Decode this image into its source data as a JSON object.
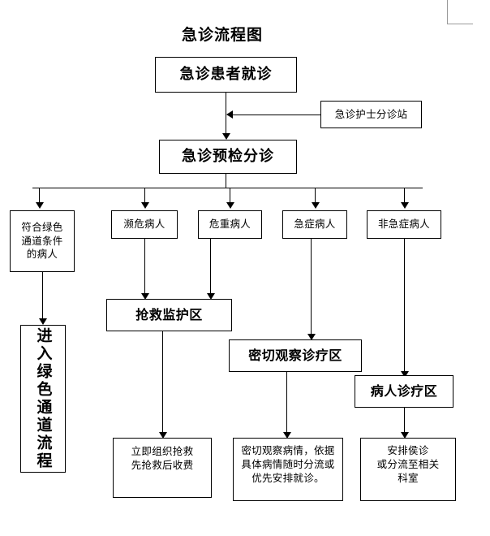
{
  "document": {
    "title": "急诊流程图",
    "language": "zh-CN"
  },
  "nodes": {
    "patient_visit": "急诊患者就诊",
    "nurse_triage_station": "急诊护士分诊站",
    "pre_exam_triage": "急诊预检分诊",
    "category_green_channel": "符合绿色\n通道条件\n的病人",
    "category_critical": "濒危病人",
    "category_severe": "危重病人",
    "category_acute": "急症病人",
    "category_nonacute": "非急症病人",
    "green_channel_process": "进入绿色通道流程",
    "resuscitation_area": "抢救监护区",
    "close_observation_area": "密切观察诊疗区",
    "patient_treatment_area": "病人诊疗区",
    "action_resuscitate": "立即组织抢救\n先抢救后收费",
    "action_observe": "密切观察病情，依据\n具体病情随时分流或\n优先安排就诊。",
    "action_waiting": "安排侯诊\n或分流至相关\n科室"
  },
  "colors": {
    "stroke": "#000000",
    "background": "#ffffff",
    "crop_mark": "#9a9a9a"
  },
  "flow": {
    "edges": [
      "急诊患者就诊 → 急诊预检分诊",
      "急诊护士分诊站 → 急诊患者就诊/急诊预检分诊连接线",
      "急诊预检分诊 → 符合绿色通道条件的病人",
      "急诊预检分诊 → 濒危病人",
      "急诊预检分诊 → 危重病人",
      "急诊预检分诊 → 急症病人",
      "急诊预检分诊 → 非急症病人",
      "符合绿色通道条件的病人 → 进入绿色通道流程",
      "濒危病人 → 抢救监护区",
      "危重病人 → 抢救监护区",
      "急症病人 → 密切观察诊疗区",
      "非急症病人 → 病人诊疗区",
      "抢救监护区 → 立即组织抢救 先抢救后收费",
      "密切观察诊疗区 → 密切观察病情，依据具体病情随时分流或优先安排就诊。",
      "病人诊疗区 → 安排侯诊 或分流至相关 科室"
    ]
  }
}
